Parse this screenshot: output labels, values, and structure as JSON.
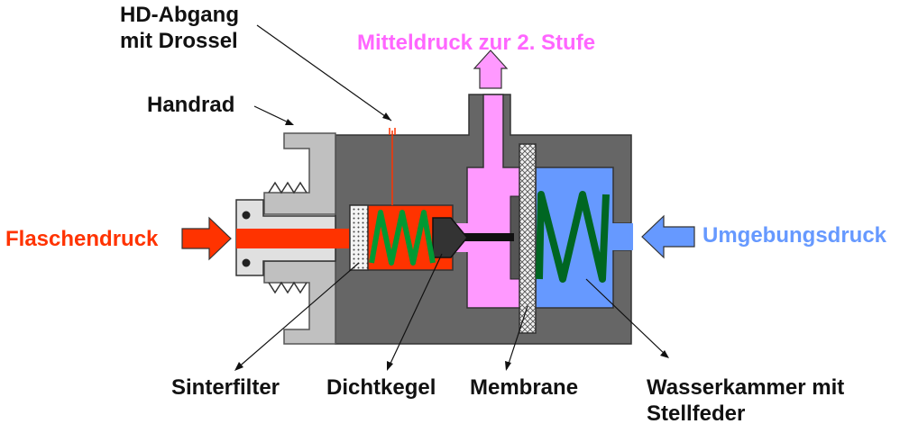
{
  "labels": {
    "hd_abgang_line1": "HD-Abgang",
    "hd_abgang_line2": "mit Drossel",
    "mitteldruck": "Mitteldruck zur 2. Stufe",
    "handrad": "Handrad",
    "flaschendruck": "Flaschendruck",
    "umgebungsdruck": "Umgebungsdruck",
    "sinterfilter": "Sinterfilter",
    "dichtkegel": "Dichtkegel",
    "membrane": "Membrane",
    "wasserkammer_line1": "Wasserkammer mit",
    "wasserkammer_line2": "Stellfeder"
  },
  "colors": {
    "flaschendruck": "#ff3300",
    "mitteldruck": "#ff66ff",
    "umgebungsdruck": "#6699ff",
    "body": "#666666",
    "spring": "#009933",
    "membrane": "#e8e8e8"
  }
}
